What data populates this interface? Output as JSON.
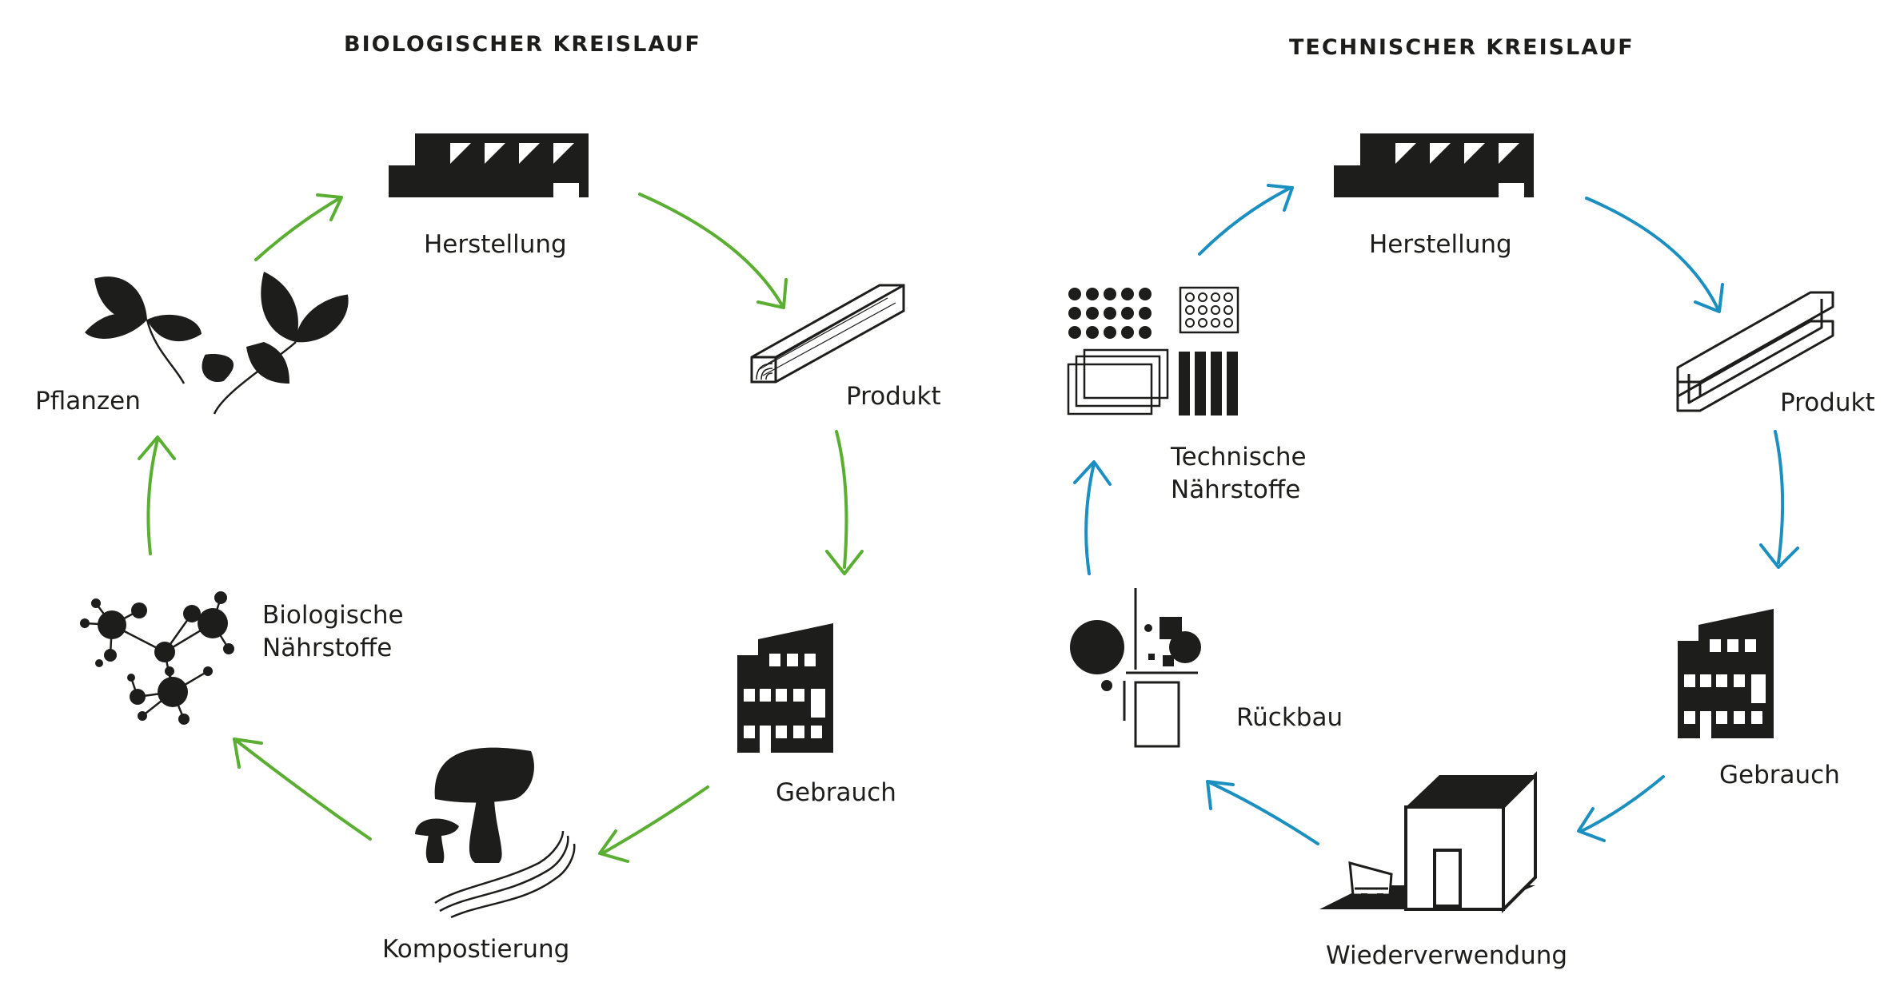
{
  "colors": {
    "biological": "#5aae32",
    "technical": "#1a8fc0",
    "icon": "#1d1d1b"
  },
  "biological_cycle": {
    "title": "BIOLOGISCHER KREISLAUF",
    "stages": {
      "herstellung": {
        "label": "Herstellung",
        "icon": "factory-icon"
      },
      "produkt": {
        "label": "Produkt",
        "icon": "timber-beam-icon"
      },
      "gebrauch": {
        "label": "Gebrauch",
        "icon": "building-icon"
      },
      "kompostierung": {
        "label": "Kompostierung",
        "icon": "mushrooms-icon"
      },
      "naehrstoffe": {
        "line1": "Biologische",
        "line2": "Nährstoffe",
        "icon": "molecules-icon"
      },
      "pflanzen": {
        "label": "Pflanzen",
        "icon": "leaves-icon"
      }
    }
  },
  "technical_cycle": {
    "title": "TECHNISCHER KREISLAUF",
    "stages": {
      "herstellung": {
        "label": "Herstellung",
        "icon": "factory-icon"
      },
      "produkt": {
        "label": "Produkt",
        "icon": "steel-beam-icon"
      },
      "gebrauch": {
        "label": "Gebrauch",
        "icon": "building-icon"
      },
      "wiederverwendung": {
        "label": "Wiederverwendung",
        "icon": "reuse-house-icon"
      },
      "rueckbau": {
        "label": "Rückbau",
        "icon": "dismantling-icon"
      },
      "naehrstoffe": {
        "line1": "Technische",
        "line2": "Nährstoffe",
        "icon": "materials-icon"
      }
    }
  }
}
